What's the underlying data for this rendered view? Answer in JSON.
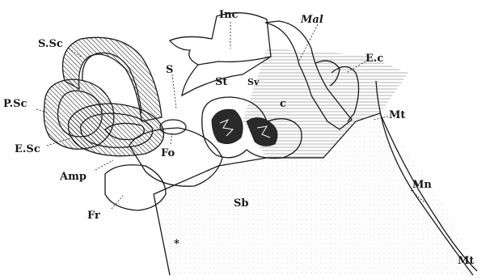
{
  "labels": {
    "inc": "Inc",
    "mal": "Mal",
    "ssc": "S.Sc",
    "s": "S",
    "st": "St",
    "sv": "Sv",
    "c": "c",
    "ec": "E.c",
    "psc": "P.Sc",
    "mt_upper": "Mt",
    "esc": "E.Sc",
    "fo": "Fo",
    "amp": "Amp",
    "mn": "Mn",
    "fr": "Fr",
    "sb": "Sb",
    "asterisk": "*",
    "mt_lower": "Mt"
  }
}
